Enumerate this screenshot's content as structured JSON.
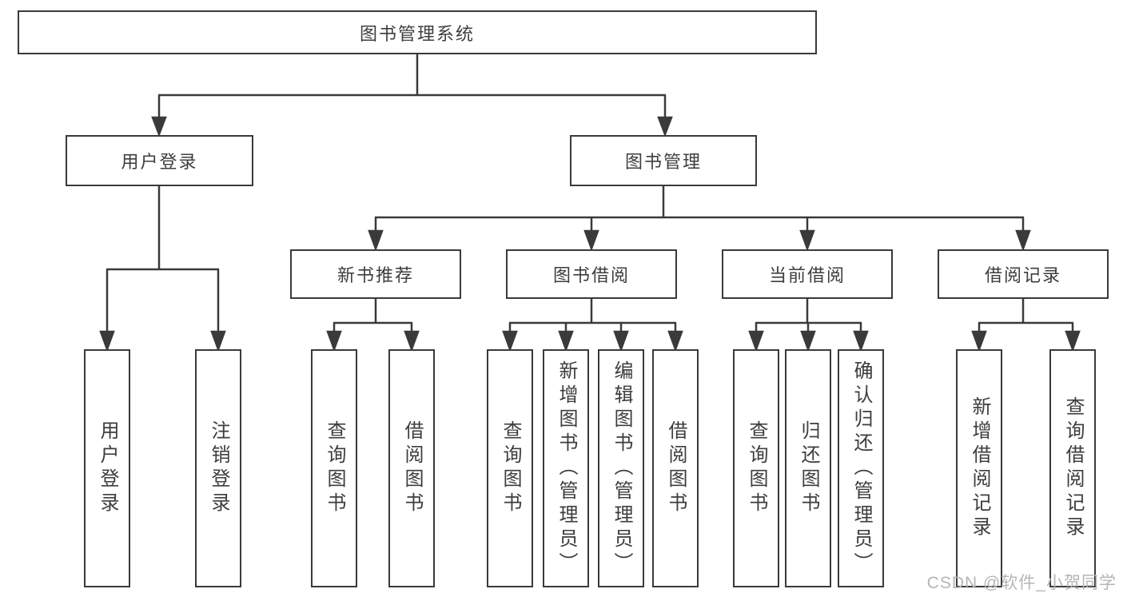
{
  "diagram": {
    "root": {
      "label": "图书管理系统"
    },
    "branches": {
      "user_login": {
        "label": "用户登录",
        "children": [
          "用户登录",
          "注销登录"
        ]
      },
      "book_management": {
        "label": "图书管理",
        "sections": {
          "new_book_recommend": {
            "label": "新书推荐",
            "children": [
              "查询图书",
              "借阅图书"
            ]
          },
          "book_borrowing": {
            "label": "图书借阅",
            "children": [
              "查询图书",
              "新增图书（管理员）",
              "编辑图书（管理员）",
              "借阅图书"
            ]
          },
          "current_borrowing": {
            "label": "当前借阅",
            "children": [
              "查询图书",
              "归还图书",
              "确认归还（管理员）"
            ]
          },
          "borrowing_records": {
            "label": "借阅记录",
            "children": [
              "新增借阅记录",
              "查询借阅记录"
            ]
          }
        }
      }
    }
  },
  "watermark": "CSDN @软件_小贺同学",
  "colors": {
    "line": "#3a3a3a",
    "text": "#3d3d3d",
    "watermark": "#b5b5b5",
    "background": "#ffffff"
  }
}
